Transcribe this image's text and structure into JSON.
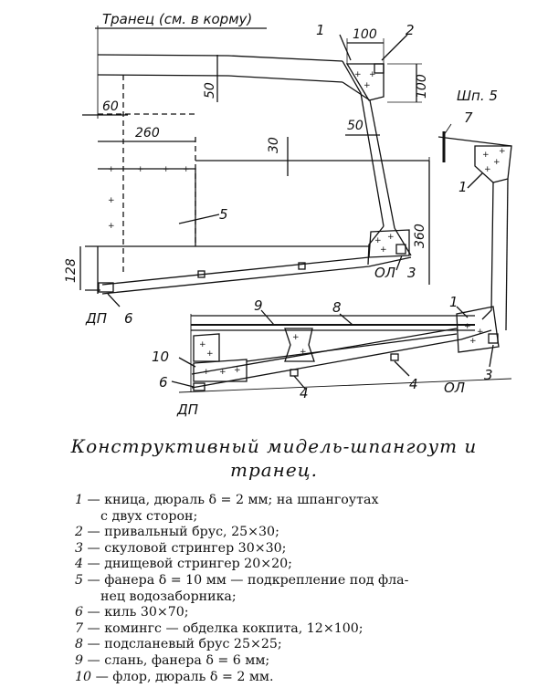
{
  "figure": {
    "header_label": "Транец (см. в корму)",
    "frame_label": "Шп. 5",
    "dims": {
      "d100": "100",
      "d100v": "100",
      "d50v": "50",
      "d60": "60",
      "d260": "260",
      "d50": "50",
      "d30": "30",
      "d360": "360",
      "d128": "128"
    },
    "callouts": {
      "c1a": "1",
      "c2": "2",
      "c7": "7",
      "c1b": "1",
      "c5": "5",
      "c3a": "3",
      "c6a": "6",
      "c9": "9",
      "c8": "8",
      "c1c": "1",
      "c10": "10",
      "c6b": "6",
      "c4a": "4",
      "c4b": "4",
      "c3b": "3"
    },
    "marks": {
      "ol1": "ОЛ",
      "dp1": "ДП",
      "ol2": "ОЛ",
      "dp2": "ДП"
    }
  },
  "caption": {
    "line1": "Конструктивный мидель-шпангоут и",
    "line2": "транец."
  },
  "legend": [
    {
      "num": "1",
      "text": "— кница, дюраль δ = 2 мм; на шпангоутах",
      "cont": "с двух сторон;"
    },
    {
      "num": "2",
      "text": "— привальный брус, 25×30;",
      "cont": ""
    },
    {
      "num": "3",
      "text": "— скуловой стрингер 30×30;",
      "cont": ""
    },
    {
      "num": "4",
      "text": "— днищевой стрингер 20×20;",
      "cont": ""
    },
    {
      "num": "5",
      "text": "— фанера δ = 10 мм — подкрепление под фла-",
      "cont": "нец водозаборника;"
    },
    {
      "num": "6",
      "text": "— киль 30×70;",
      "cont": ""
    },
    {
      "num": "7",
      "text": "— комингс — обделка кокпита, 12×100;",
      "cont": ""
    },
    {
      "num": "8",
      "text": "— подсланевый брус 25×25;",
      "cont": ""
    },
    {
      "num": "9",
      "text": "— слань, фанера δ = 6 мм;",
      "cont": ""
    },
    {
      "num": "10",
      "text": "— флор, дюраль δ = 2 мм.",
      "cont": ""
    }
  ]
}
